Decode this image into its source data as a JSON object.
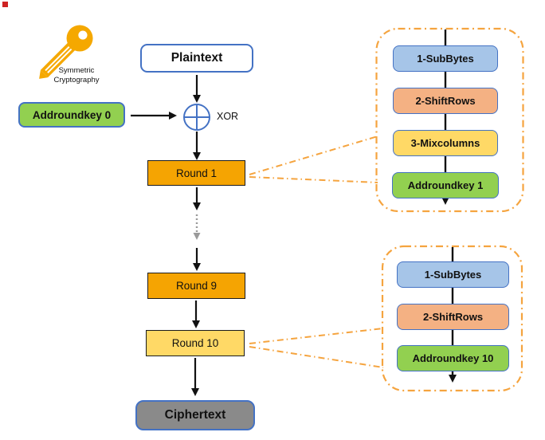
{
  "diagram": {
    "title_semantic": "AES symmetric encryption rounds diagram",
    "brand": {
      "line1": "Symmetric",
      "line2": "Cryptography"
    },
    "nodes": {
      "plaintext": "Plaintext",
      "addroundkey0": "Addroundkey 0",
      "xor_label": "XOR",
      "round1": "Round 1",
      "round9": "Round 9",
      "round10": "Round 10",
      "ciphertext": "Ciphertext"
    },
    "round1_detail": {
      "steps": [
        "1-SubBytes",
        "2-ShiftRows",
        "3-Mixcolumns",
        "Addroundkey 1"
      ]
    },
    "round10_detail": {
      "steps": [
        "1-SubBytes",
        "2-ShiftRows",
        "Addroundkey 10"
      ]
    },
    "colors": {
      "key_icon": "#F5A800",
      "round_orange": "#F5A402",
      "round_yellow": "#FFD966",
      "green_fill": "#92D050",
      "blue_fill": "#A6C5E8",
      "salmon_fill": "#F4B183",
      "gray_fill": "#8A8A8A",
      "blue_border": "#4472C4",
      "callout_orange": "#F5A43F",
      "corner_marker": "#CE2222"
    }
  }
}
